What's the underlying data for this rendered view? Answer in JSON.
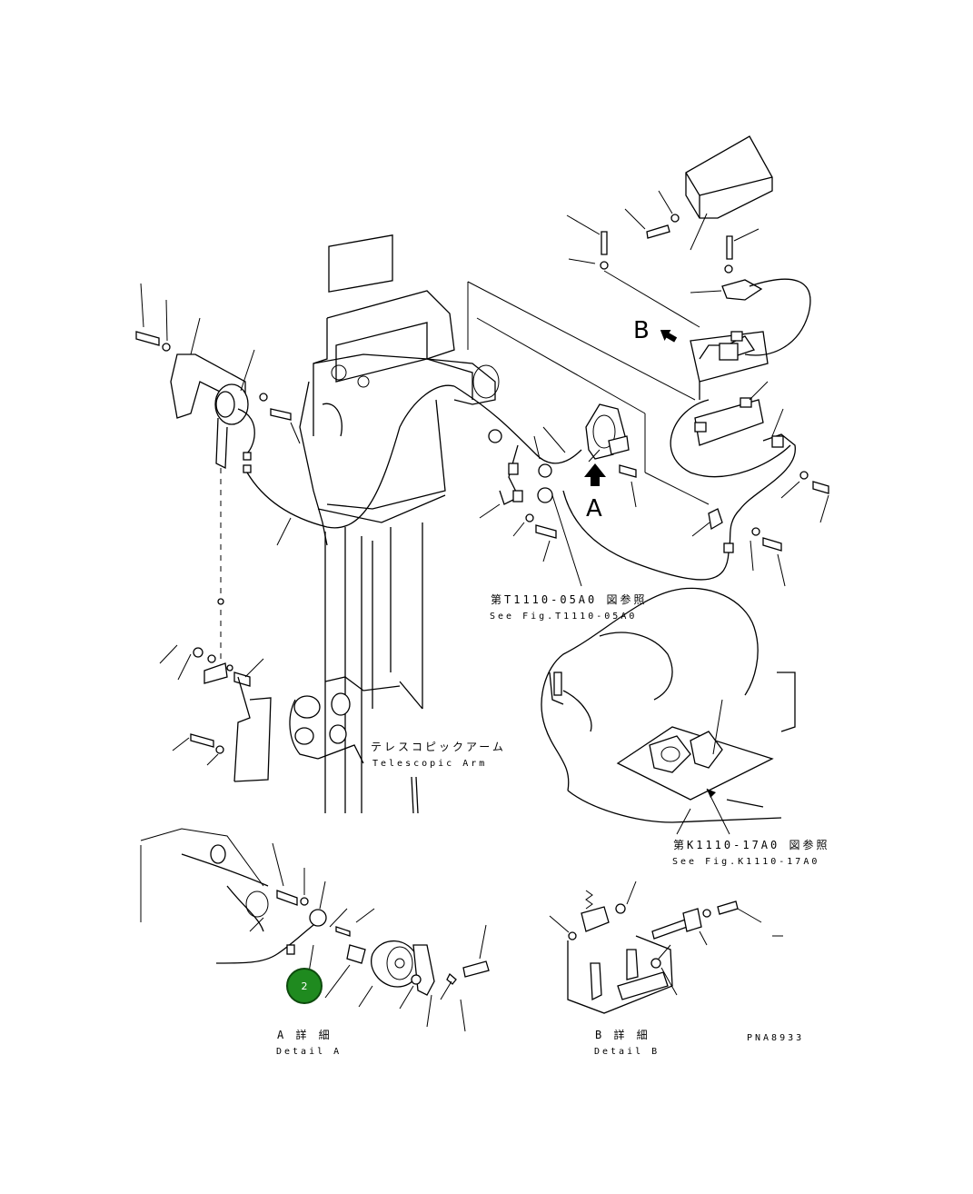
{
  "callouts": {
    "view_b": "B",
    "view_a": "A",
    "see_fig_t_jp": "第T1110-05A0 図参照",
    "see_fig_t_en": "See Fig.T1110-05A0",
    "telescopic_jp": "テレスコピックアーム",
    "telescopic_en": "Telescopic Arm",
    "see_fig_k_jp": "第K1110-17A0 図参照",
    "see_fig_k_en": "See Fig.K1110-17A0",
    "detail_a_jp": "A 詳 細",
    "detail_a_en": "Detail A",
    "detail_b_jp": "B 詳 細",
    "detail_b_en": "Detail B",
    "drawing_no": "PNA8933"
  },
  "marker": {
    "number": "2",
    "color": "#1f8a1f"
  }
}
